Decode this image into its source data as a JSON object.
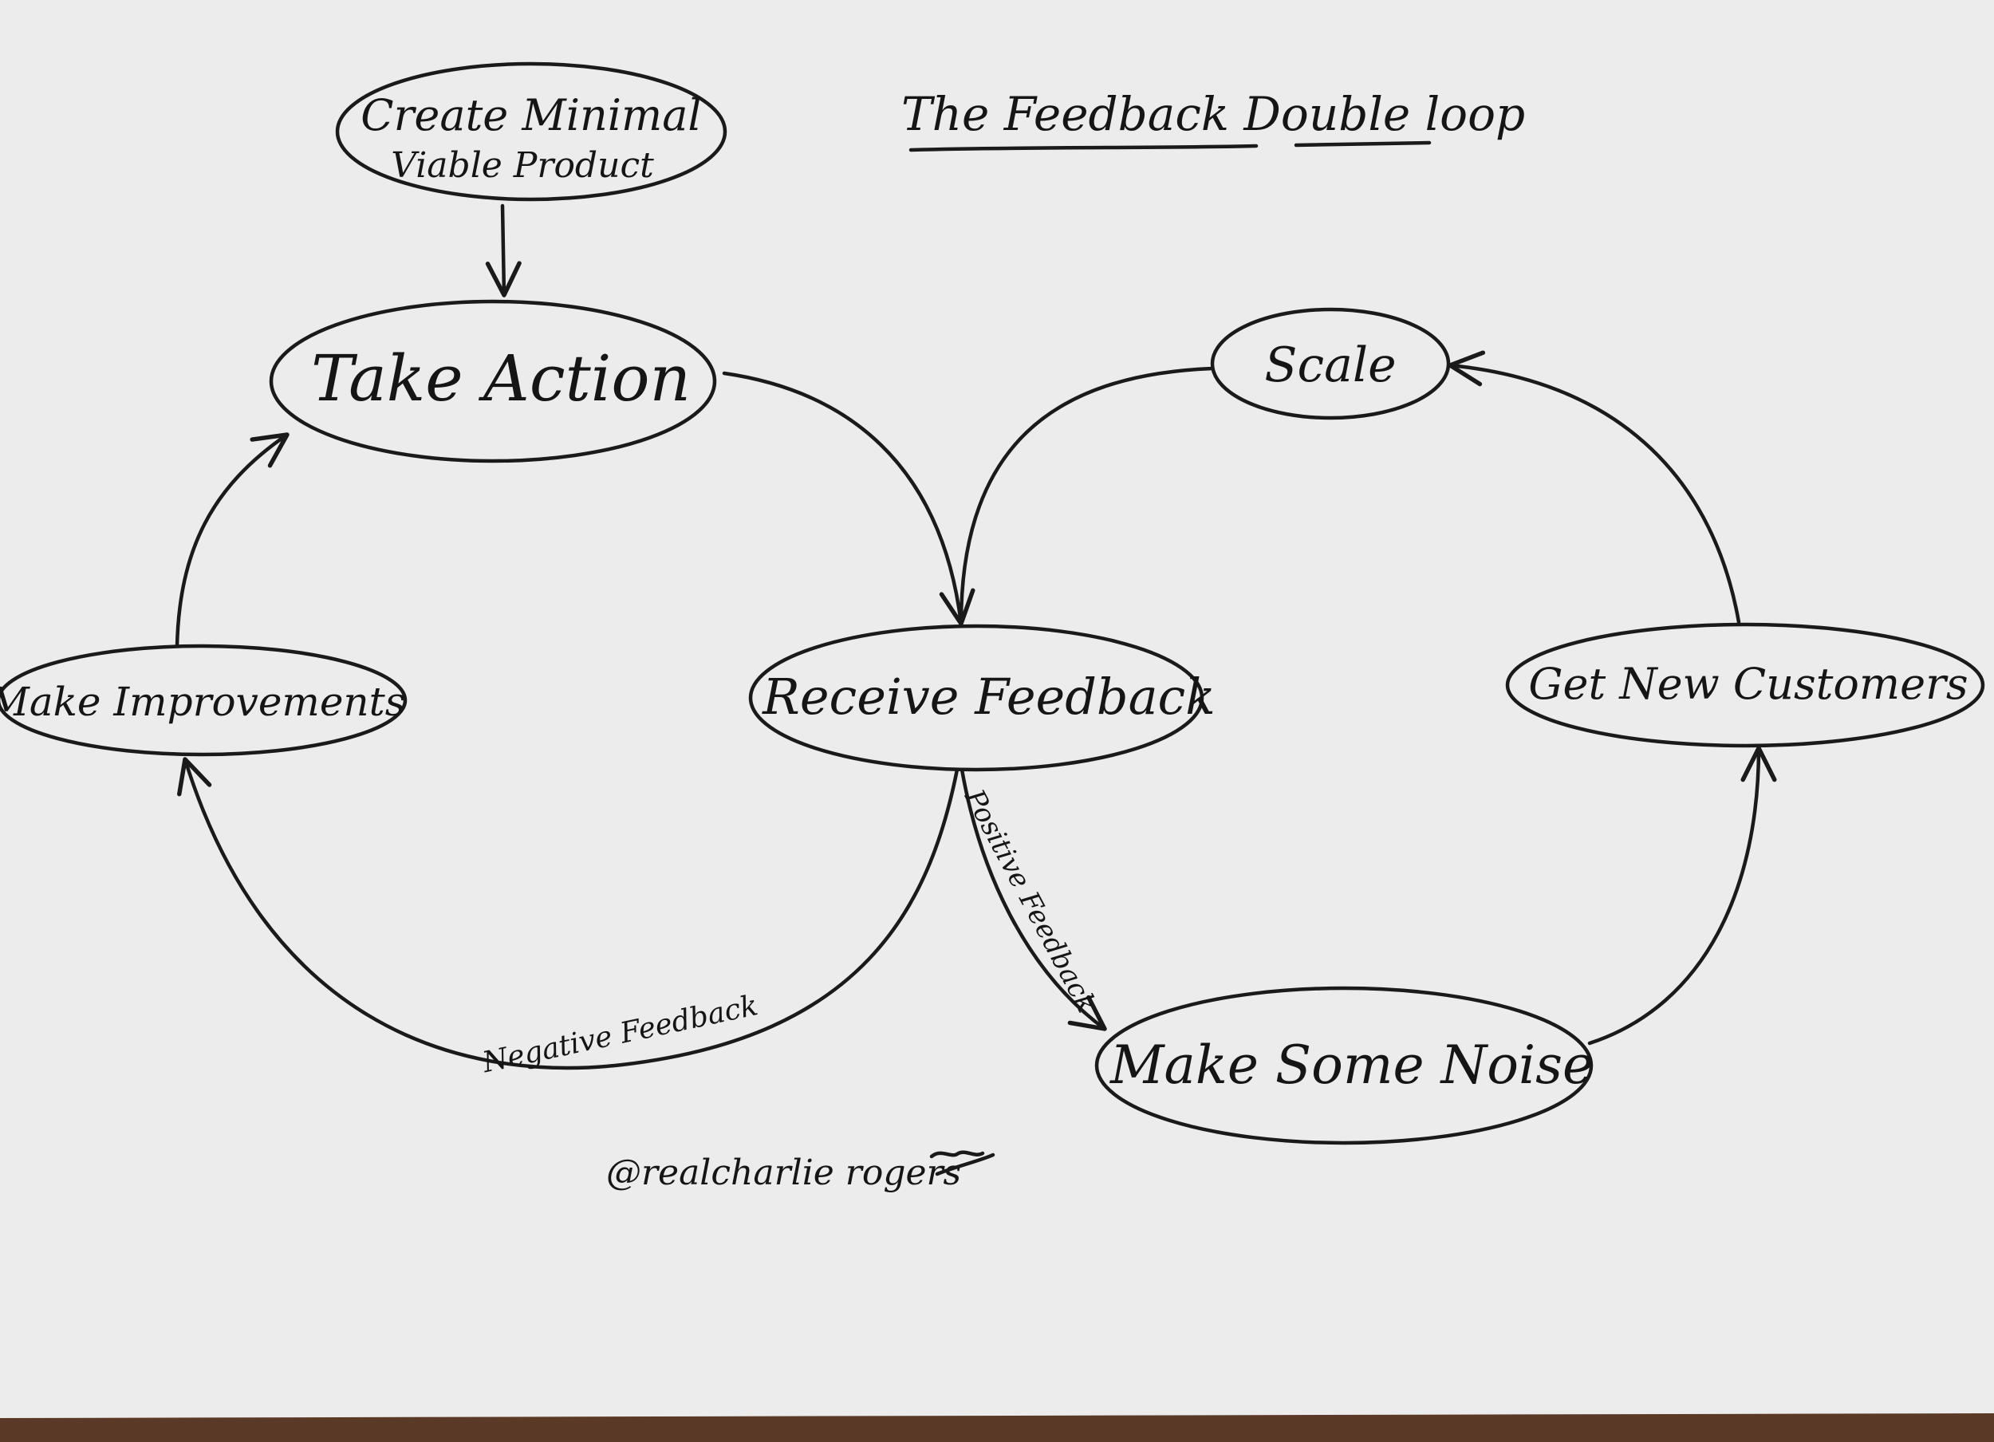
{
  "title": "The Feedback Double loop",
  "nodes": {
    "create_mvp": {
      "line1": "Create Minimal",
      "line2": "Viable Product"
    },
    "take_action": "Take Action",
    "receive_feedback": "Receive Feedback",
    "make_improvements": "Make Improvements",
    "scale": "Scale",
    "get_new_customers": "Get New Customers",
    "make_some_noise": "Make Some Noise"
  },
  "edge_labels": {
    "negative_feedback": "Negative Feedback",
    "positive_feedback": "Positive Feedback"
  },
  "author": "@realcharlie rogers",
  "colors": {
    "paper": "#ececec",
    "ink": "#1a1a1a",
    "wood": "#5a3a26"
  }
}
